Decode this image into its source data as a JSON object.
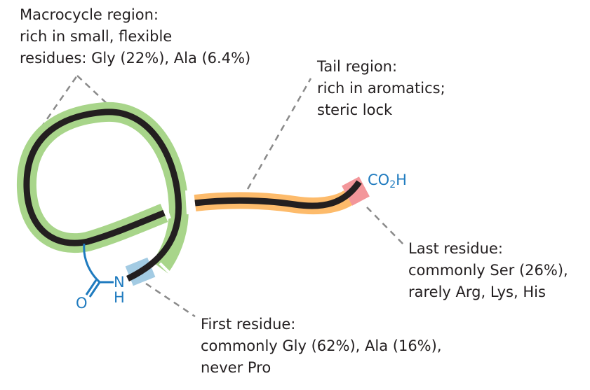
{
  "labels": {
    "macrocycle": {
      "line1": "Macrocycle region:",
      "line2": "rich in small, flexible",
      "line3": "residues: Gly (22%), Ala (6.4%)"
    },
    "tail": {
      "line1": "Tail region:",
      "line2": "rich in aromatics;",
      "line3": "steric lock"
    },
    "last_residue": {
      "line1": "Last residue:",
      "line2": "commonly Ser (26%),",
      "line3": "rarely Arg, Lys, His"
    },
    "first_residue": {
      "line1": "First residue:",
      "line2": "commonly Gly (62%), Ala (16%),",
      "line3": "never Pro"
    }
  },
  "chem": {
    "carboxyl_prefix": "CO",
    "carboxyl_sub": "2",
    "carboxyl_suffix": "H",
    "amide_n": "N",
    "amide_h": "H",
    "amide_o": "O"
  },
  "colors": {
    "backbone": "#231f20",
    "macrocycle": "#a8d58a",
    "tail": "#fdbb6b",
    "last_residue": "#f3969a",
    "first_residue": "#a3cbe3",
    "chem_blue": "#1f7bbf",
    "leader_line": "#8a8a8a"
  }
}
